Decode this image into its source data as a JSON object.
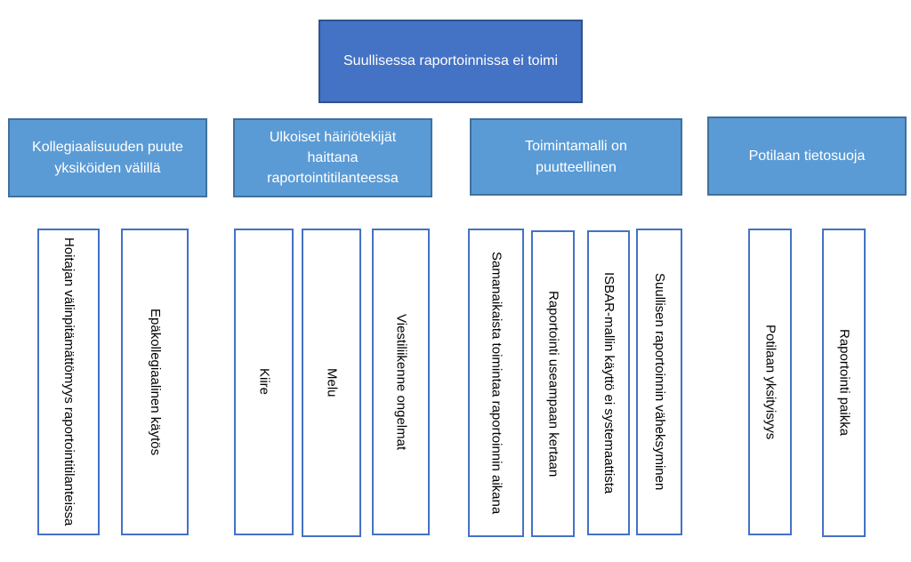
{
  "root": {
    "label": "Suullisessa raportoinnissa ei toimi"
  },
  "categories": [
    {
      "label": "Kollegiaalisuuden puute yksiköiden välillä",
      "items": [
        "Hoitajan välinpitämättömyys raportointitilanteissa",
        "Epäkollegiaalinen käytös"
      ]
    },
    {
      "label": "Ulkoiset häiriötekijät haittana raportointitilanteessa",
      "items": [
        "Kiire",
        "Melu",
        "Viestiliikenne ongelmat"
      ]
    },
    {
      "label": "Toimintamalli on puutteellinen",
      "items": [
        "Samanaikaista toimintaa raportoinnin aikana",
        "Raportointi useampaan kertaan",
        "ISBAR-mallin käyttö ei systemaattista",
        "Suullisen raportoinnin väheksyminen"
      ]
    },
    {
      "label": "Potilaan tietosuoja",
      "items": [
        "Potilaan yksityisyys",
        "Raportointi paikka"
      ]
    }
  ]
}
